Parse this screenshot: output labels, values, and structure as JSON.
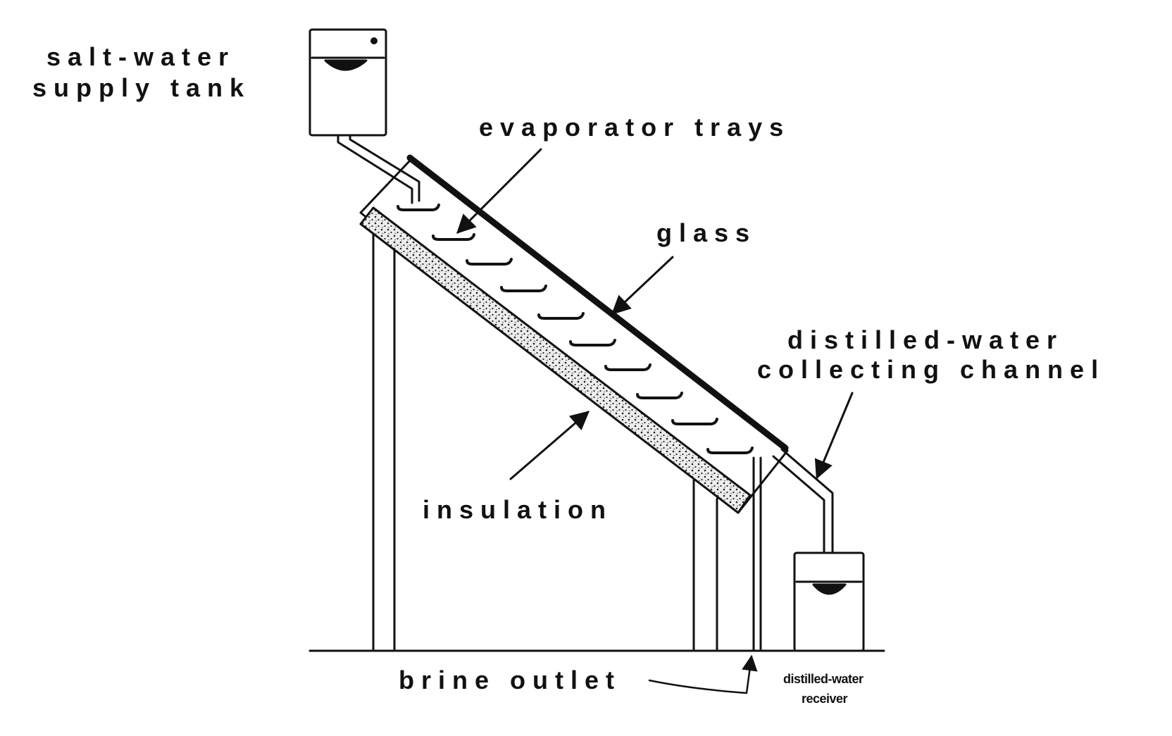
{
  "labels": {
    "supply_tank_line1": "salt-water",
    "supply_tank_line2": "supply tank",
    "evaporator_trays": "evaporator trays",
    "glass": "glass",
    "collecting_line1": "distilled-water",
    "collecting_line2": "collecting channel",
    "insulation": "insulation",
    "brine_outlet": "brine outlet",
    "receiver_line1": "distilled-water",
    "receiver_line2": "receiver"
  },
  "colors": {
    "ink": "#111111",
    "paper": "#ffffff",
    "insulation_fill": "#e6e6e6"
  }
}
